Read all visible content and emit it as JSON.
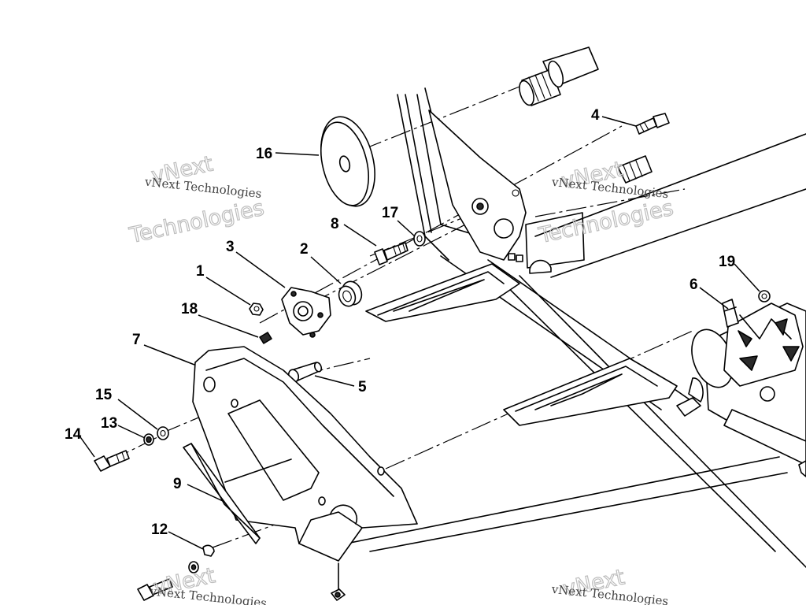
{
  "watermark": {
    "company_line": "vNext Technologies",
    "big_line_1": "vNext",
    "big_line_2": "Technologies"
  },
  "parts": [
    {
      "id": "p1",
      "num": "1"
    },
    {
      "id": "p2",
      "num": "2"
    },
    {
      "id": "p3",
      "num": "3"
    },
    {
      "id": "p4",
      "num": "4"
    },
    {
      "id": "p5",
      "num": "5"
    },
    {
      "id": "p6",
      "num": "6"
    },
    {
      "id": "p7",
      "num": "7"
    },
    {
      "id": "p8",
      "num": "8"
    },
    {
      "id": "p9",
      "num": "9"
    },
    {
      "id": "p12",
      "num": "12"
    },
    {
      "id": "p13",
      "num": "13"
    },
    {
      "id": "p14",
      "num": "14"
    },
    {
      "id": "p15",
      "num": "15"
    },
    {
      "id": "p16",
      "num": "16"
    },
    {
      "id": "p17",
      "num": "17"
    },
    {
      "id": "p18",
      "num": "18"
    },
    {
      "id": "p19",
      "num": "19"
    }
  ]
}
